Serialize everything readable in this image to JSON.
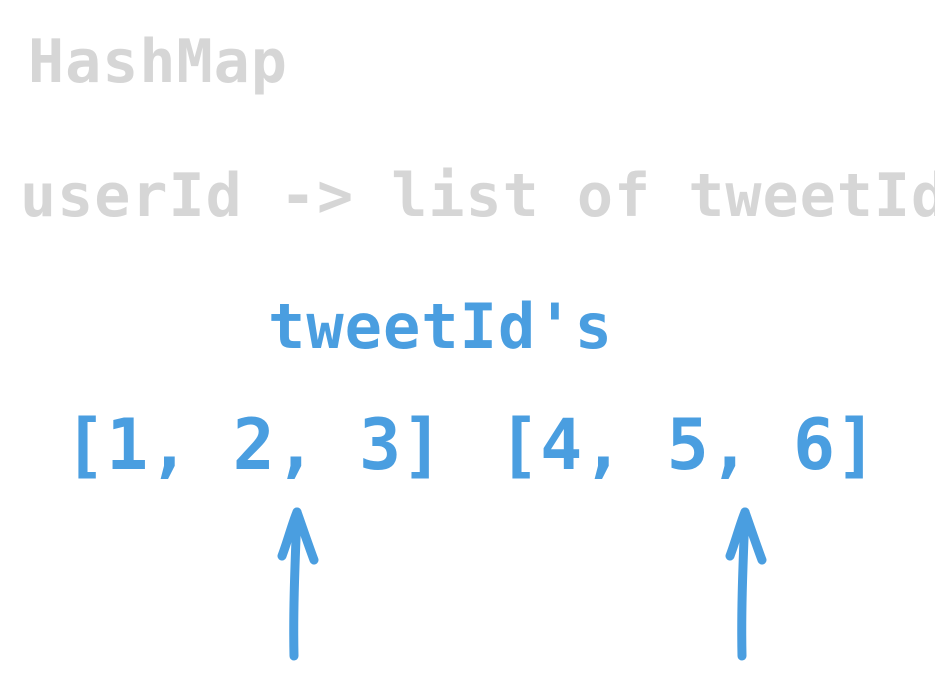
{
  "heading": "HashMap",
  "mapping": "userId -> list of tweetId",
  "label": "tweetId's",
  "lists": [
    "[1, 2, 3]",
    "[4, 5, 6]"
  ],
  "colors": {
    "gray_text": "#d6d6d6",
    "accent_blue": "#4a9ee0"
  }
}
